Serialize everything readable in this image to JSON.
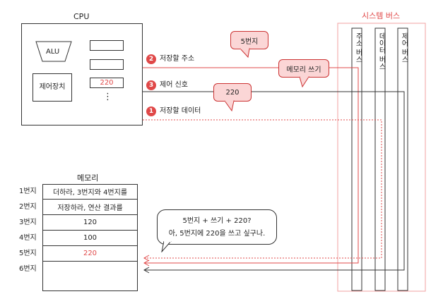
{
  "cpu": {
    "title": "CPU",
    "alu_label": "ALU",
    "control_unit_label": "제어장치",
    "register_value": "220",
    "ellipsis": "⋮"
  },
  "signals": {
    "address": {
      "num": "2",
      "label": "저장할 주소"
    },
    "control": {
      "num": "3",
      "label": "제어 신호"
    },
    "data": {
      "num": "1",
      "label": "저장할 데이터"
    }
  },
  "bubbles": {
    "address_value": "5번지",
    "control_value": "메모리 쓰기",
    "data_value": "220"
  },
  "system_bus": {
    "title": "시스템 버스",
    "address_bus": "주소 버스",
    "data_bus": "데이터 버스",
    "control_bus": "제어 버스"
  },
  "memory": {
    "title": "메모리",
    "rows": [
      {
        "addr": "1번지",
        "content": "더하라, 3번지와 4번지를",
        "highlight": false
      },
      {
        "addr": "2번지",
        "content": "저장하라, 연산 결과를",
        "highlight": false
      },
      {
        "addr": "3번지",
        "content": "120",
        "highlight": false
      },
      {
        "addr": "4번지",
        "content": "100",
        "highlight": false
      },
      {
        "addr": "5번지",
        "content": "220",
        "highlight": true
      },
      {
        "addr": "6번지",
        "content": "",
        "highlight": false
      }
    ]
  },
  "speech": {
    "line1": "5번지 + 쓰기 + 220?",
    "line2": "아, 5번지에 220을 쓰고 싶구나."
  },
  "colors": {
    "accent": "#e04848",
    "bubble_fill": "#fbd6d6",
    "bus_outline": "#f0a0a0"
  }
}
